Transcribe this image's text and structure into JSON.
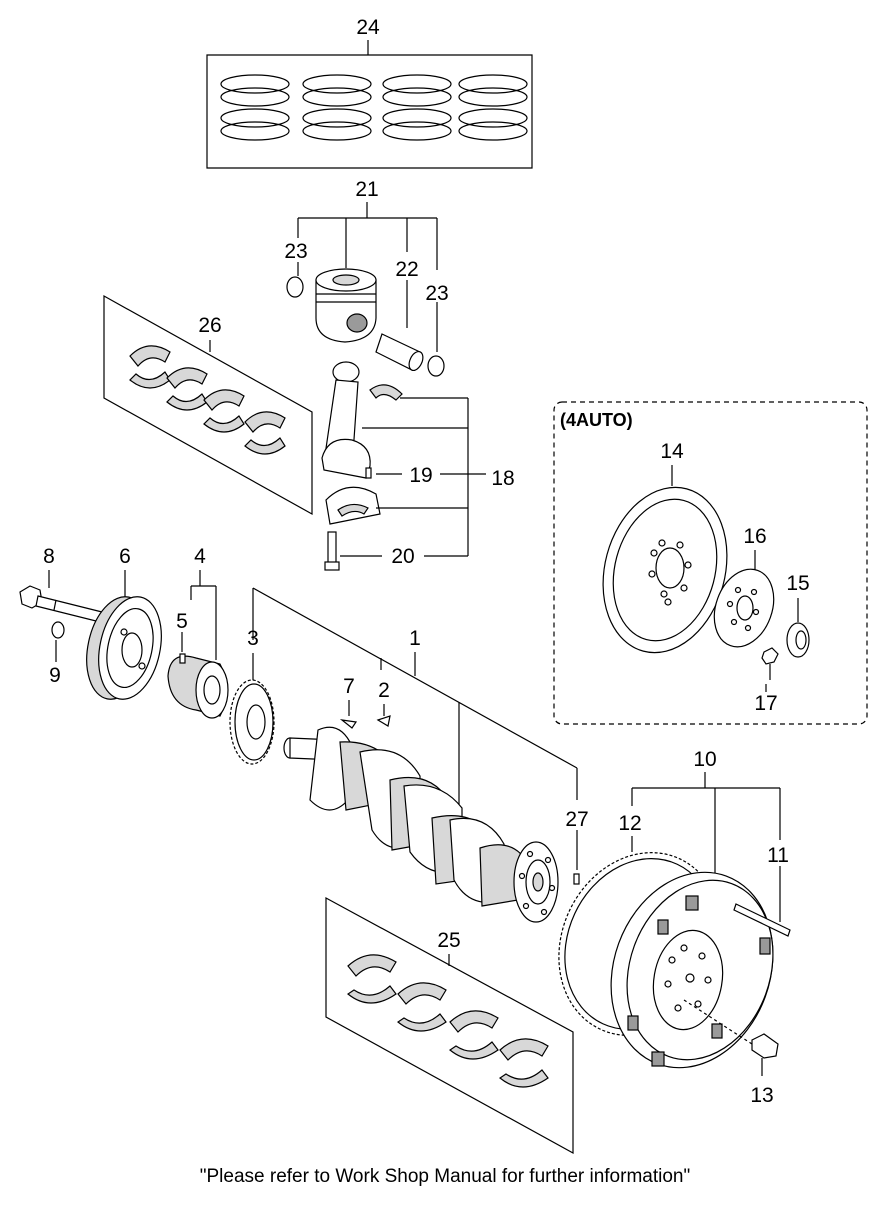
{
  "diagram": {
    "labels": {
      "p1": "1",
      "p2": "2",
      "p3": "3",
      "p4": "4",
      "p5": "5",
      "p6": "6",
      "p7": "7",
      "p8": "8",
      "p9": "9",
      "p10": "10",
      "p11": "11",
      "p12": "12",
      "p13": "13",
      "p14": "14",
      "p15": "15",
      "p16": "16",
      "p17": "17",
      "p18": "18",
      "p19": "19",
      "p20": "20",
      "p21": "21",
      "p22": "22",
      "p23a": "23",
      "p23b": "23",
      "p24": "24",
      "p25": "25",
      "p26": "26",
      "p27": "27"
    },
    "auto_box_title": "(4AUTO)",
    "footer_note": "\"Please refer to Work Shop Manual for further information\""
  }
}
